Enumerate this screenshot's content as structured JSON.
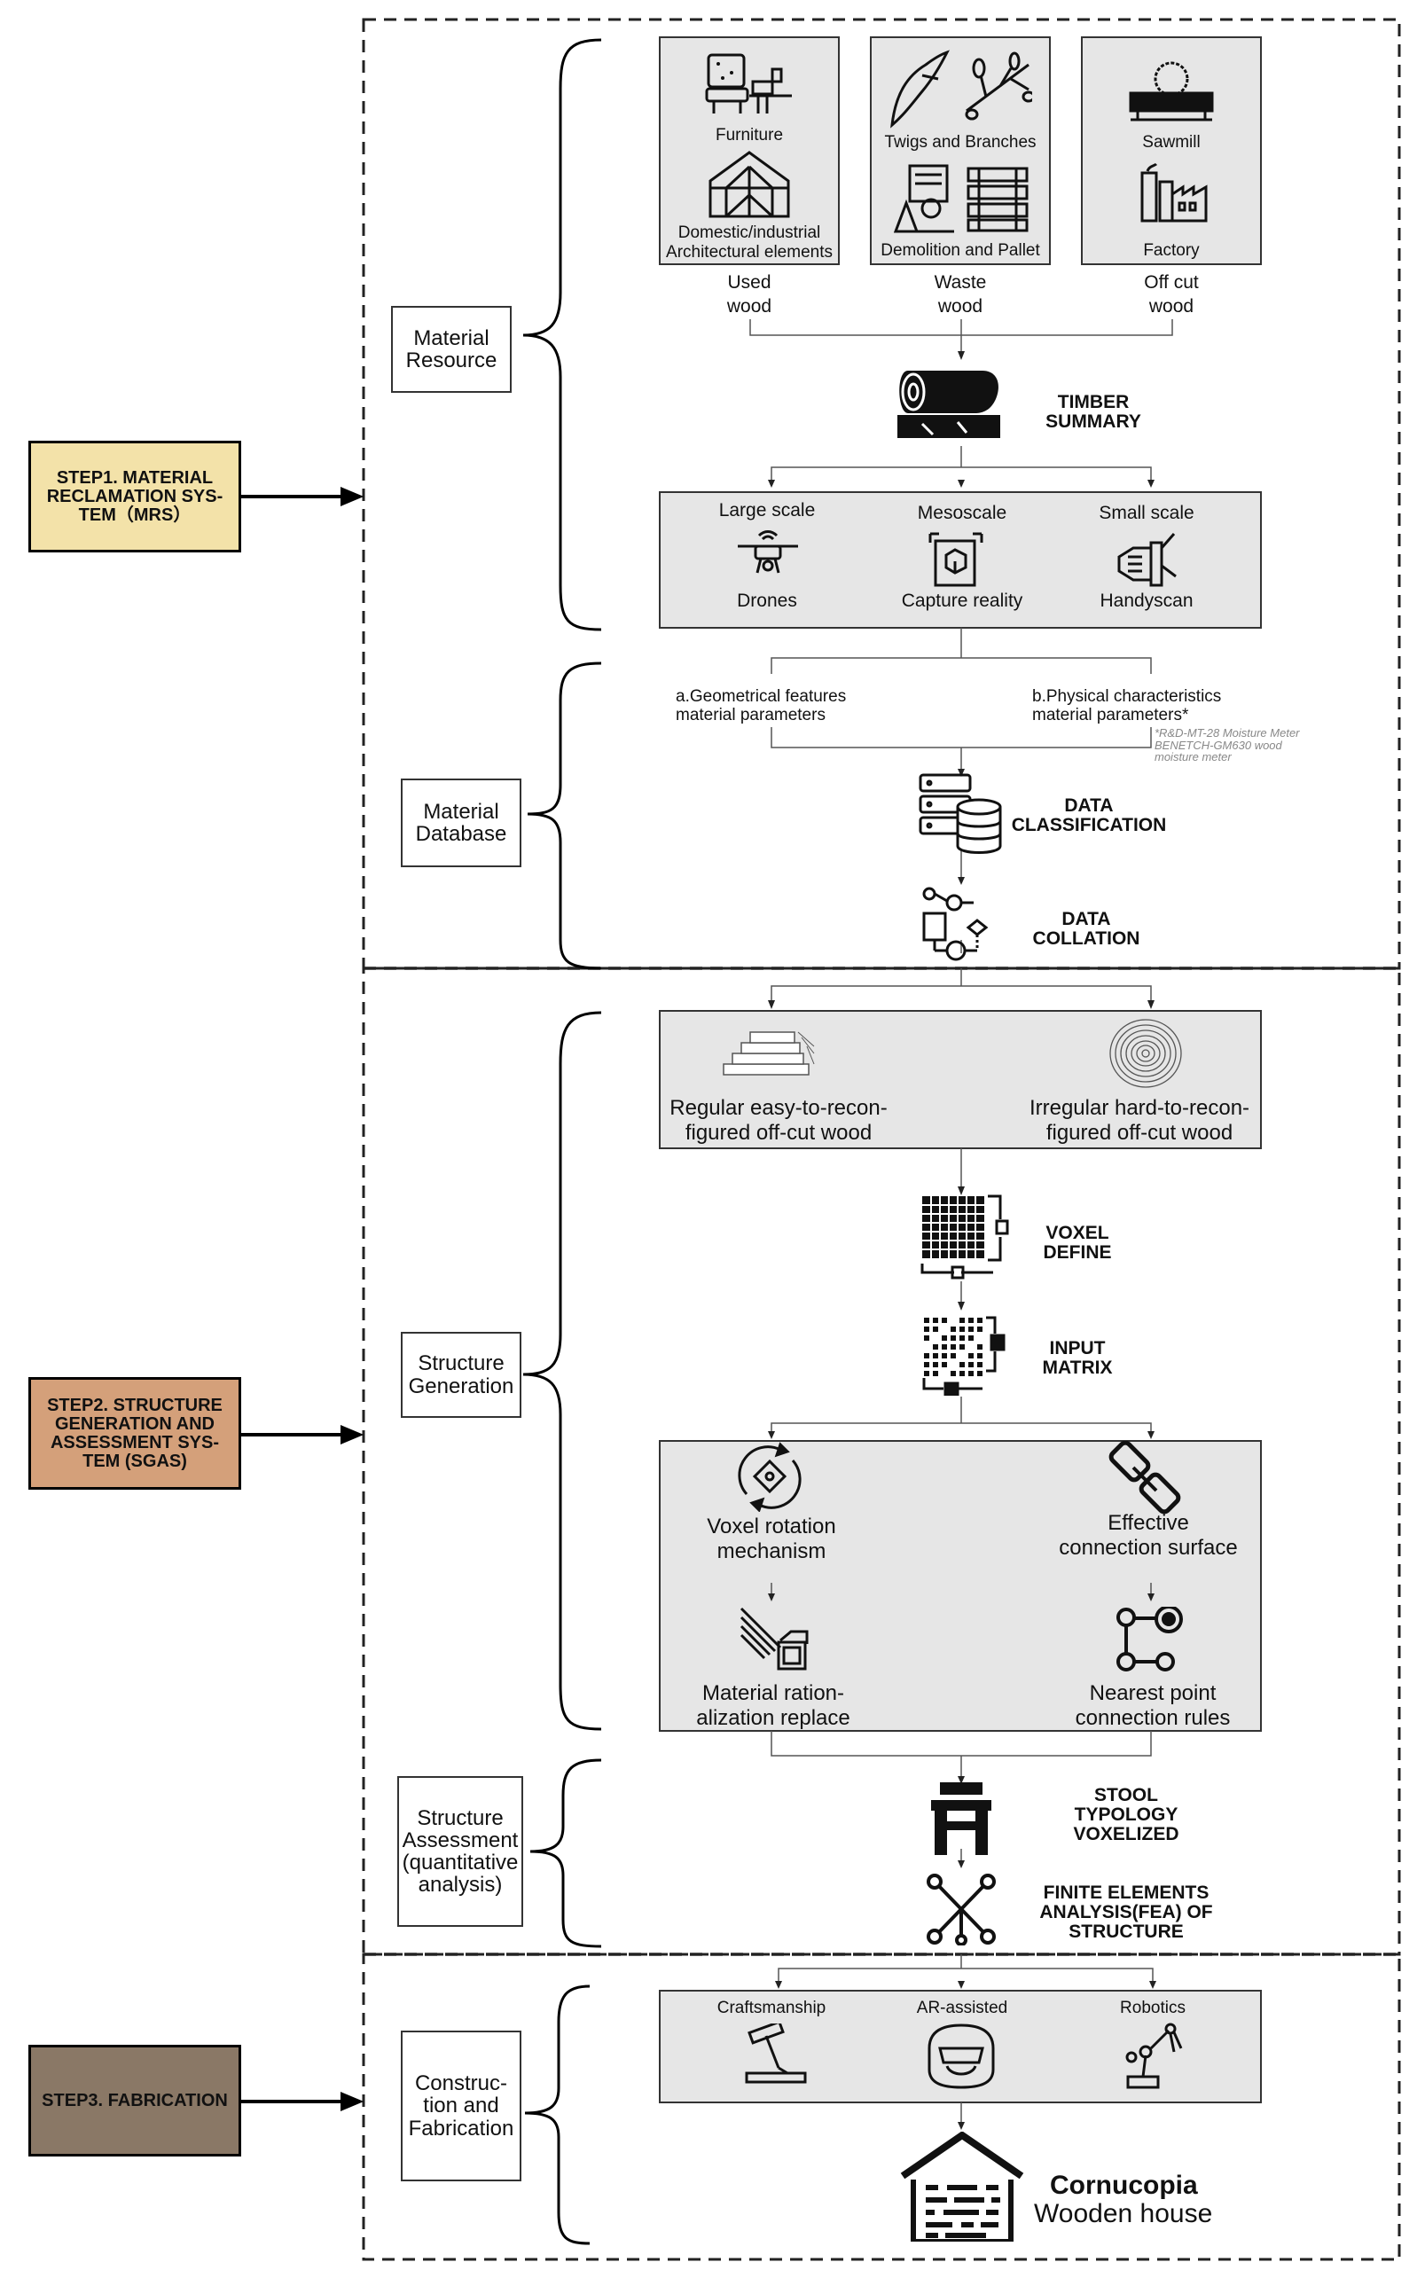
{
  "steps": [
    {
      "label": "STEP1. MATERIAL RECLAMATION SYSTEM(MRS)",
      "line1": "STEP1. MATERIAL",
      "line2": "RECLAMATION SYS-",
      "line3": "TEM（MRS）",
      "color": "#f3e2a9"
    },
    {
      "label": "STEP2. STRUCTURE GENERATION AND ASSESSMENT SYSTEM (SGAS)",
      "line1": "STEP2. STRUCTURE",
      "line2": "GENERATION AND",
      "line3": "ASSESSMENT SYS-",
      "line4": "TEM (SGAS)",
      "color": "#d4a07a"
    },
    {
      "label": "STEP3. FABRICATION",
      "line1": "STEP3. FABRICATION",
      "color": "#8a7866"
    }
  ],
  "categories": {
    "material_resource": [
      "Material",
      "Resource"
    ],
    "material_database": [
      "Material",
      "Database"
    ],
    "structure_generation": [
      "Structure",
      "Generation"
    ],
    "structure_assessment": [
      "Structure",
      "Assessment",
      "(quantitative",
      "analysis)"
    ],
    "construction": [
      "Construc-",
      "tion and",
      "Fabrication"
    ]
  },
  "sources": {
    "box1": {
      "items": [
        "Furniture",
        "Domestic/industrial",
        "Architectural elements"
      ],
      "caption": [
        "Used",
        "wood"
      ]
    },
    "box2": {
      "items": [
        "Twigs and Branches",
        "Demolition and Pallet"
      ],
      "caption": [
        "Waste",
        "wood"
      ]
    },
    "box3": {
      "items": [
        "Sawmill",
        "Factory"
      ],
      "caption": [
        "Off cut",
        "wood"
      ]
    }
  },
  "timber_summary": [
    "TIMBER",
    "SUMMARY"
  ],
  "scan": {
    "large": {
      "title": "Large scale",
      "tool": "Drones"
    },
    "meso": {
      "title": "Mesoscale",
      "tool": "Capture reality"
    },
    "small": {
      "title": "Small scale",
      "tool": "Handyscan"
    }
  },
  "features": {
    "a": [
      "a.Geometrical features",
      "material parameters"
    ],
    "b": [
      "b.Physical characteristics",
      "material parameters*"
    ],
    "note": [
      "*R&D-MT-28 Moisture Meter",
      "BENETCH-GM630 wood",
      "moisture meter"
    ]
  },
  "data_classification": [
    "DATA",
    "CLASSIFICATION"
  ],
  "data_collation": [
    "DATA",
    "COLLATION"
  ],
  "wood_types": {
    "regular": [
      "Regular easy-to-recon-",
      "figured off-cut wood"
    ],
    "irregular": [
      "Irregular hard-to-recon-",
      "figured off-cut wood"
    ]
  },
  "voxel_define": [
    "VOXEL",
    "DEFINE"
  ],
  "input_matrix": [
    "INPUT",
    "MATRIX"
  ],
  "mechanisms": {
    "rotation": [
      "Voxel rotation",
      "mechanism"
    ],
    "surface": [
      "Effective",
      "connection surface"
    ],
    "rationalization": [
      "Material ration-",
      "alization replace"
    ],
    "nearest": [
      "Nearest point",
      "connection rules"
    ]
  },
  "stool": [
    "STOOL",
    "TYPOLOGY",
    "VOXELIZED"
  ],
  "fea": [
    "FINITE ELEMENTS",
    "ANALYSIS(FEA) OF",
    "STRUCTURE"
  ],
  "fabrication": {
    "craft": "Craftsmanship",
    "ar": "AR-assisted",
    "robotics": "Robotics"
  },
  "result": {
    "title": "Cornucopia",
    "subtitle": "Wooden house"
  },
  "icons": [
    "furniture-icon",
    "architecture-icon",
    "branch-icon",
    "demolition-icon",
    "pallet-icon",
    "sawmill-icon",
    "factory-icon",
    "log-icon",
    "drone-icon",
    "camera-icon",
    "handscan-icon",
    "server-icon",
    "flowchart-icon",
    "stacked-boards-icon",
    "tree-rings-icon",
    "voxel-grid-icon",
    "matrix-icon",
    "rotation-icon",
    "chain-link-icon",
    "beam-icon",
    "node-icon",
    "stool-icon",
    "network-icon",
    "hammer-icon",
    "vr-headset-icon",
    "robot-arm-icon",
    "house-icon"
  ]
}
